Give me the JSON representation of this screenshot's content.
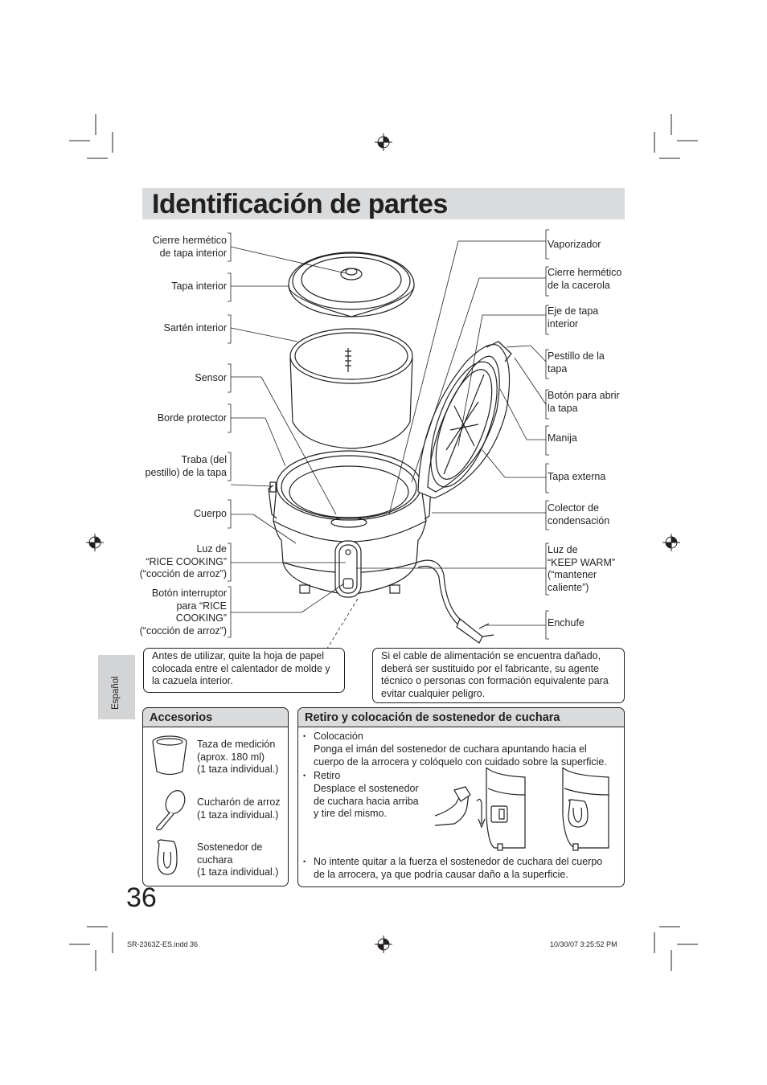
{
  "title": "Identificación de partes",
  "language_tab": "Español",
  "page_number": "36",
  "labels_left": {
    "cierre_tapa": "Cierre hermético\nde tapa interior",
    "tapa_interior": "Tapa interior",
    "sarten": "Sartén interior",
    "sensor": "Sensor",
    "borde": "Borde protector",
    "traba": "Traba (del\npestillo) de la tapa",
    "cuerpo": "Cuerpo",
    "luz_rice": "Luz de\n“RICE COOKING”\n(“cocción de arroz”)",
    "boton_rice": "Botón interruptor\npara “RICE\nCOOKING”\n(“cocción de arroz”)"
  },
  "labels_right": {
    "vaporizador": "Vaporizador",
    "cierre_cacerola": "Cierre hermético\nde la cacerola",
    "eje": "Eje de tapa\ninterior",
    "pestillo": "Pestillo de la\ntapa",
    "boton_abrir": "Botón para abrir\nla tapa",
    "manija": "Manija",
    "tapa_externa": "Tapa externa",
    "colector": "Colector de\ncondensación",
    "luz_warm": "Luz de\n“KEEP WARM”\n(“mantener\ncaliente”)",
    "enchufe": "Enchufe"
  },
  "note_paper": "Antes de utilizar, quite la hoja de papel\ncolocada entre el calentador de molde y\nla cazuela interior.",
  "note_cable": "Si el cable de alimentación se encuentra dañado,\ndeberá ser sustituido por el fabricante, su agente\ntécnico o personas con formación equivalente para\nevitar cualquier peligro.",
  "accessories": {
    "heading": "Accesorios",
    "items": [
      "Taza de medición\n(aprox. 180 ml)\n(1 taza individual.)",
      "Cucharón de arroz\n(1 taza individual.)",
      "Sostenedor de\ncuchara\n(1 taza individual.)"
    ]
  },
  "holder": {
    "heading": "Retiro y colocación de sostenedor de cuchara",
    "bullet": "•",
    "colocacion_title": "Colocación",
    "colocacion_text": "Ponga el imán del sostenedor de cuchara apuntando hacia el\ncuerpo de la arrocera y colóquelo con cuidado sobre la superficie.",
    "retiro_title": "Retiro",
    "retiro_text": "Desplace el sostenedor\nde cuchara hacia arriba\ny tire del mismo.",
    "warning": "No intente quitar a la fuerza el sostenedor de cuchara del cuerpo\nde la arrocera, ya que podría causar daño a la superficie."
  },
  "footer": {
    "file": "SR-2363Z-ES.indd   36",
    "date": "10/30/07   3:25:52 PM"
  }
}
